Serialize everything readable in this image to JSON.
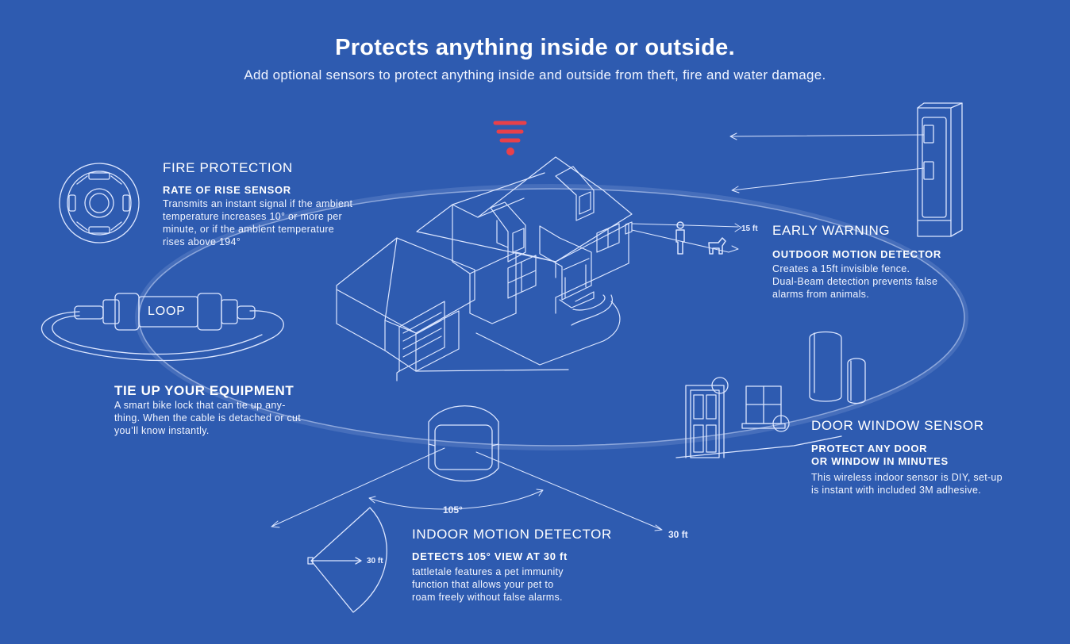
{
  "header": {
    "title": "Protects anything inside or outside.",
    "subtitle": "Add optional sensors to protect anything inside and outside from theft, fire and water damage."
  },
  "colors": {
    "background": "#2e5bb0",
    "line": "#dce6ff",
    "signal_accent": "#e8404a"
  },
  "fire": {
    "title": "FIRE PROTECTION",
    "subtitle": "RATE OF RISE SENSOR",
    "lines": [
      "Transmits an instant signal if the ambient",
      "temperature increases 10° or more per",
      "minute, or if the ambient temperature",
      "rises above 194°"
    ],
    "icon": "smoke-detector-icon"
  },
  "early_warning": {
    "title": "EARLY WARNING",
    "subtitle": "OUTDOOR MOTION DETECTOR",
    "lines": [
      "Creates a 15ft invisible fence.",
      "Dual-Beam detection prevents false",
      "alarms from animals."
    ],
    "distance_label": "15 ft",
    "icon": "outdoor-motion-detector-icon"
  },
  "loop": {
    "device_label": "LOOP",
    "title": "TIE UP YOUR EQUIPMENT",
    "lines": [
      "A smart bike lock that can tie up any-",
      "thing. When the cable is detached or cut",
      "you’ll know instantly."
    ],
    "icon": "cable-lock-icon"
  },
  "door_window": {
    "title": "DOOR WINDOW SENSOR",
    "subtitle_lines": [
      "PROTECT ANY DOOR",
      "OR WINDOW IN MINUTES"
    ],
    "lines": [
      "This wireless indoor sensor is DIY, set-up",
      "is instant with included 3M adhesive."
    ],
    "icon": "door-window-sensor-icon"
  },
  "indoor_motion": {
    "title": "INDOOR MOTION DETECTOR",
    "subtitle": "DETECTS 105° VIEW AT 30 ft",
    "lines": [
      "tattletale features a pet immunity",
      "function that allows your pet to",
      "roam freely without false alarms."
    ],
    "angle_label": "105°",
    "range_label": "30 ft",
    "fan_range_label": "30 ft",
    "icon": "indoor-motion-detector-icon"
  },
  "icons": [
    "wifi-signal-icon",
    "house-icon",
    "person-icon",
    "dog-icon",
    "door-icon",
    "window-icon"
  ]
}
